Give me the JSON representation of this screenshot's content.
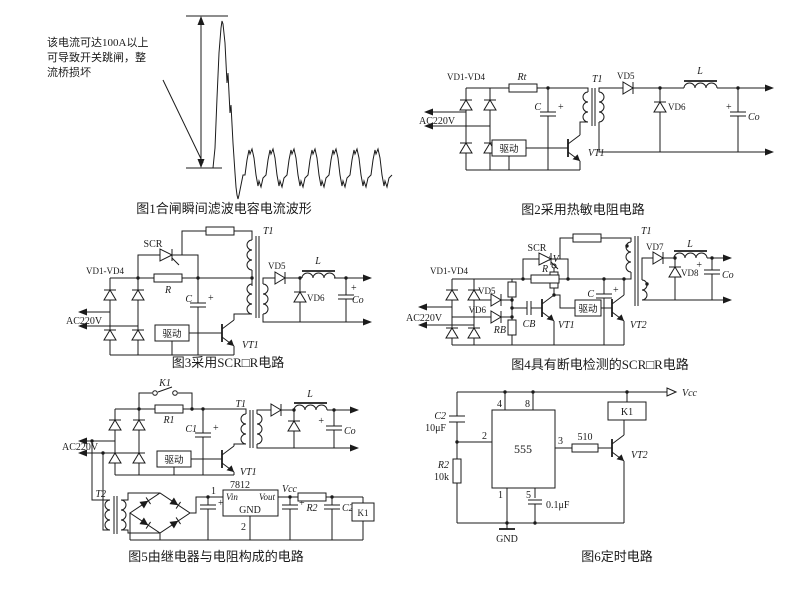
{
  "sym": {
    "plus": "+"
  },
  "figures": {
    "fig1": {
      "caption": "图1合闸瞬间滤波电容电流波形",
      "annotation": [
        "该电流可达100A以上",
        "可导致开关跳闸，整",
        "流桥损坏"
      ]
    },
    "fig2": {
      "caption": "图2采用热敏电阻电路",
      "labels": {
        "bridge": "VD1-VD4",
        "ac": "AC220V",
        "rt": "Rt",
        "c": "C",
        "drive": "驱动",
        "vt1": "VT1",
        "t1": "T1",
        "vd5": "VD5",
        "vd6": "VD6",
        "l": "L",
        "co": "Co"
      }
    },
    "fig3": {
      "caption": "图3采用SCR□R电路",
      "labels": {
        "scr": "SCR",
        "r": "R",
        "bridge": "VD1-VD4",
        "ac": "AC220V",
        "c": "C",
        "drive": "驱动",
        "vt1": "VT1",
        "t1": "T1",
        "vd5": "VD5",
        "vd6": "VD6",
        "l": "L",
        "co": "Co"
      }
    },
    "fig4": {
      "caption": "图4具有断电检测的SCR□R电路",
      "labels": {
        "scr": "SCR",
        "r": "R",
        "bridge": "VD1-VD4",
        "ac": "AC220V",
        "vd5": "VD5",
        "vd6": "VD6",
        "rb": "RB",
        "cb": "CB",
        "vt1": "VT1",
        "plusv": "+V",
        "drive": "驱动",
        "c": "C",
        "vt2": "VT2",
        "t1": "T1",
        "vd7": "VD7",
        "vd8": "VD8",
        "l": "L",
        "co": "Co"
      }
    },
    "fig5": {
      "caption": "图5由继电器与电阻构成的电路",
      "labels": {
        "k1": "K1",
        "r1": "R1",
        "ac": "AC220V",
        "c1": "C1",
        "drive": "驱动",
        "vt1": "VT1",
        "t1": "T1",
        "l": "L",
        "co": "Co",
        "t2": "T2",
        "reg": "7812",
        "vin": "Vin",
        "vout": "Vout",
        "gnd": "GND",
        "pin1": "1",
        "pin2": "2",
        "vcc": "Vcc",
        "r2": "R2",
        "c2": "C2",
        "k1relay": "K1"
      }
    },
    "fig6": {
      "caption": "图6定时电路",
      "labels": {
        "c2": "C2",
        "c2val": "10μF",
        "r2": "R2",
        "r2val": "10k",
        "ic": "555",
        "p1": "1",
        "p2": "2",
        "p3": "3",
        "p4": "4",
        "p5": "5",
        "p8": "8",
        "res": "510",
        "vt2": "VT2",
        "k1": "K1",
        "cap": "0.1μF",
        "gnd": "GND",
        "vcc": "Vcc"
      }
    }
  }
}
